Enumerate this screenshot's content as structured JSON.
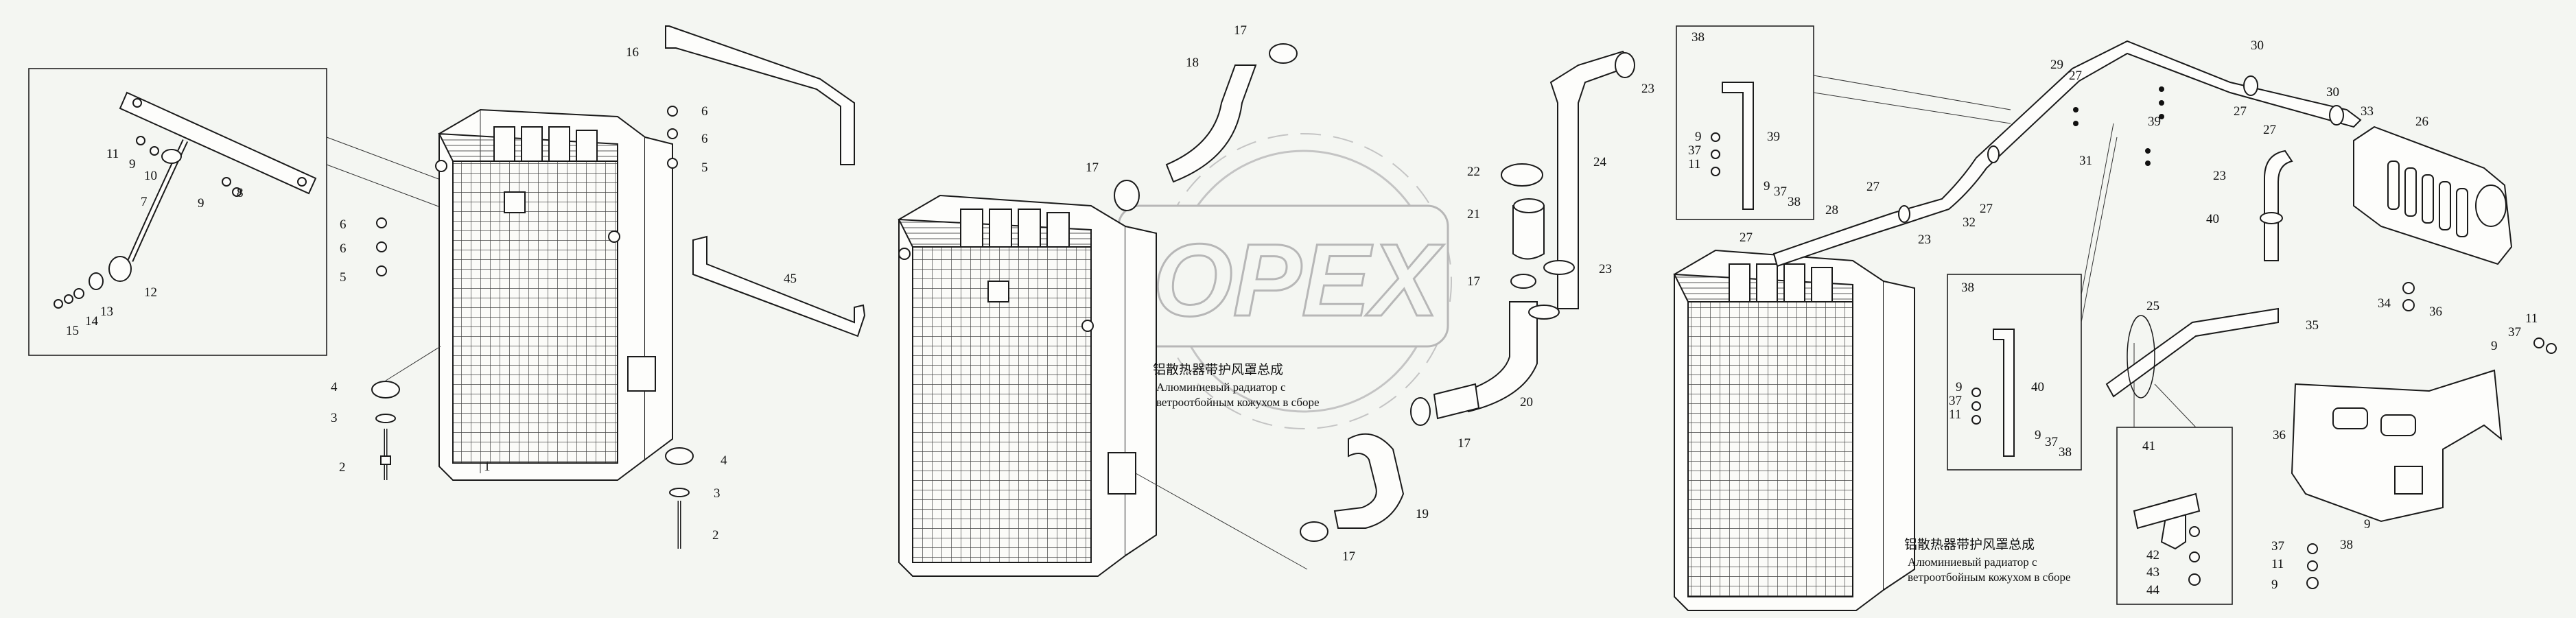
{
  "brand": {
    "logo_text": "OPEX"
  },
  "captions": [
    {
      "zh": "铝散热器带护风罩总成",
      "ru_line1": "Алюминиевый радиатор с",
      "ru_line2": "ветроотбойным кожухом в сборе"
    },
    {
      "zh": "铝散热器带护风罩总成",
      "ru_line1": "Алюминиевый радиатор с",
      "ru_line2": "ветроотбойным кожухом в сборе"
    }
  ],
  "callouts": {
    "a": [
      "16",
      "6",
      "6",
      "5",
      "11",
      "9",
      "10",
      "9",
      "8",
      "7",
      "6",
      "6",
      "5",
      "4",
      "3",
      "2",
      "1",
      "45",
      "4",
      "3",
      "2",
      "12",
      "13",
      "14",
      "15"
    ],
    "b": [
      "17",
      "18",
      "17",
      "23",
      "24",
      "22",
      "21",
      "17",
      "23",
      "20",
      "17",
      "19",
      "17"
    ],
    "c": [
      "38",
      "39",
      "9",
      "37",
      "11",
      "9",
      "37",
      "38",
      "27",
      "28",
      "27",
      "29",
      "27",
      "30",
      "27",
      "30",
      "27",
      "33",
      "26",
      "23",
      "40",
      "39",
      "31",
      "27",
      "32",
      "23",
      "38",
      "40",
      "9",
      "37",
      "11",
      "9",
      "37",
      "38",
      "25",
      "34",
      "36",
      "35",
      "11",
      "37",
      "9",
      "36",
      "41",
      "42",
      "43",
      "44",
      "9",
      "37",
      "11",
      "38",
      "9"
    ]
  },
  "colors": {
    "background": "#f4f6f2",
    "ink": "#111111",
    "logo": "#b7b7b7"
  }
}
